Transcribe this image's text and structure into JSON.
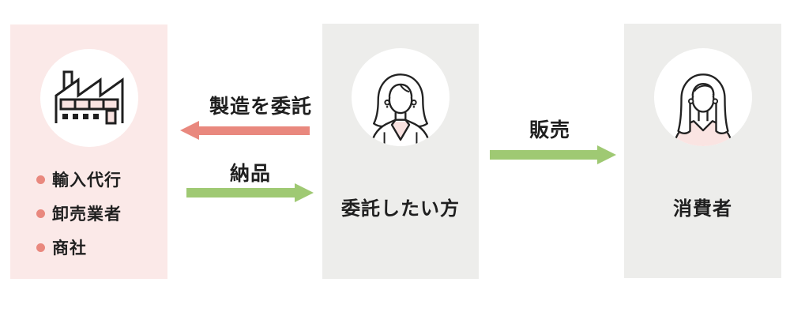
{
  "diagram": {
    "background_color": "#ffffff",
    "text_color": "#1f1f1f",
    "boxes": {
      "supplier": {
        "bg_color": "#FBE9E8",
        "icon": "factory-icon",
        "bullet_color": "#E9887E",
        "items": [
          {
            "label": "輸入代行"
          },
          {
            "label": "卸売業者"
          },
          {
            "label": "商社"
          }
        ]
      },
      "consignor": {
        "bg_color": "#EDEDEB",
        "icon": "businesswoman-icon",
        "label": "委託したい方"
      },
      "consumer": {
        "bg_color": "#EDEDEB",
        "icon": "consumer-woman-icon",
        "label": "消費者"
      }
    },
    "arrows": [
      {
        "id": "outsource-manufacturing",
        "label": "製造を委託",
        "direction": "left",
        "from": "consignor",
        "to": "supplier",
        "color": "#E9887E"
      },
      {
        "id": "delivery",
        "label": "納品",
        "direction": "right",
        "from": "supplier",
        "to": "consignor",
        "color": "#9FC973"
      },
      {
        "id": "sales",
        "label": "販売",
        "direction": "right",
        "from": "consignor",
        "to": "consumer",
        "color": "#9FC973"
      }
    ]
  }
}
